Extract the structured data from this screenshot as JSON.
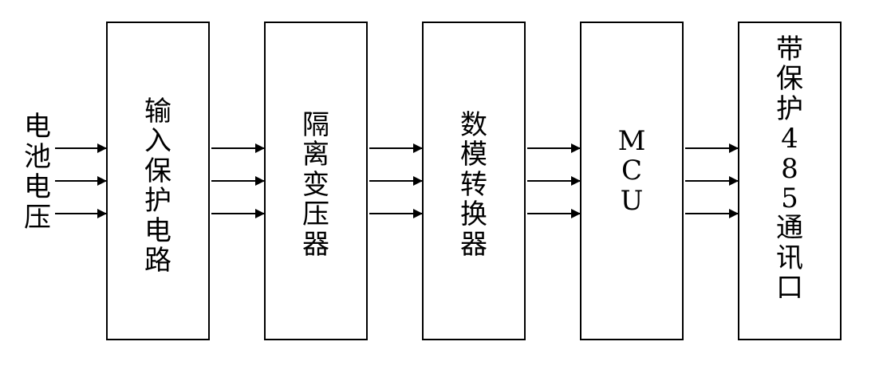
{
  "input": {
    "label": "电池电压"
  },
  "blocks": [
    {
      "id": "input-protection",
      "label": "输入保护电路"
    },
    {
      "id": "isolation-transformer",
      "label": "隔离变压器"
    },
    {
      "id": "dac",
      "label": "数模转换器"
    },
    {
      "id": "mcu",
      "label": "MCU"
    },
    {
      "id": "rs485",
      "label": "带保护485通讯口"
    }
  ],
  "colors": {
    "line": "#000000",
    "background": "#ffffff"
  }
}
